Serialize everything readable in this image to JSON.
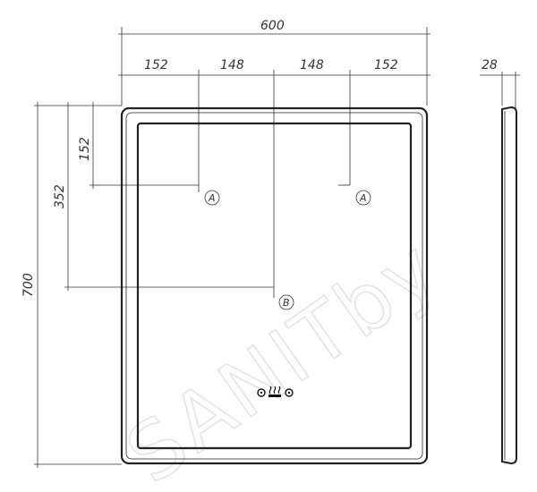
{
  "watermark": "SANITby",
  "dimensions": {
    "total_width": "600",
    "segments": [
      "152",
      "148",
      "148",
      "152"
    ],
    "depth": "28",
    "total_height": "700",
    "height_mid": "352",
    "height_top": "152"
  },
  "markers": {
    "mount_a": "A",
    "mount_b": "B"
  }
}
